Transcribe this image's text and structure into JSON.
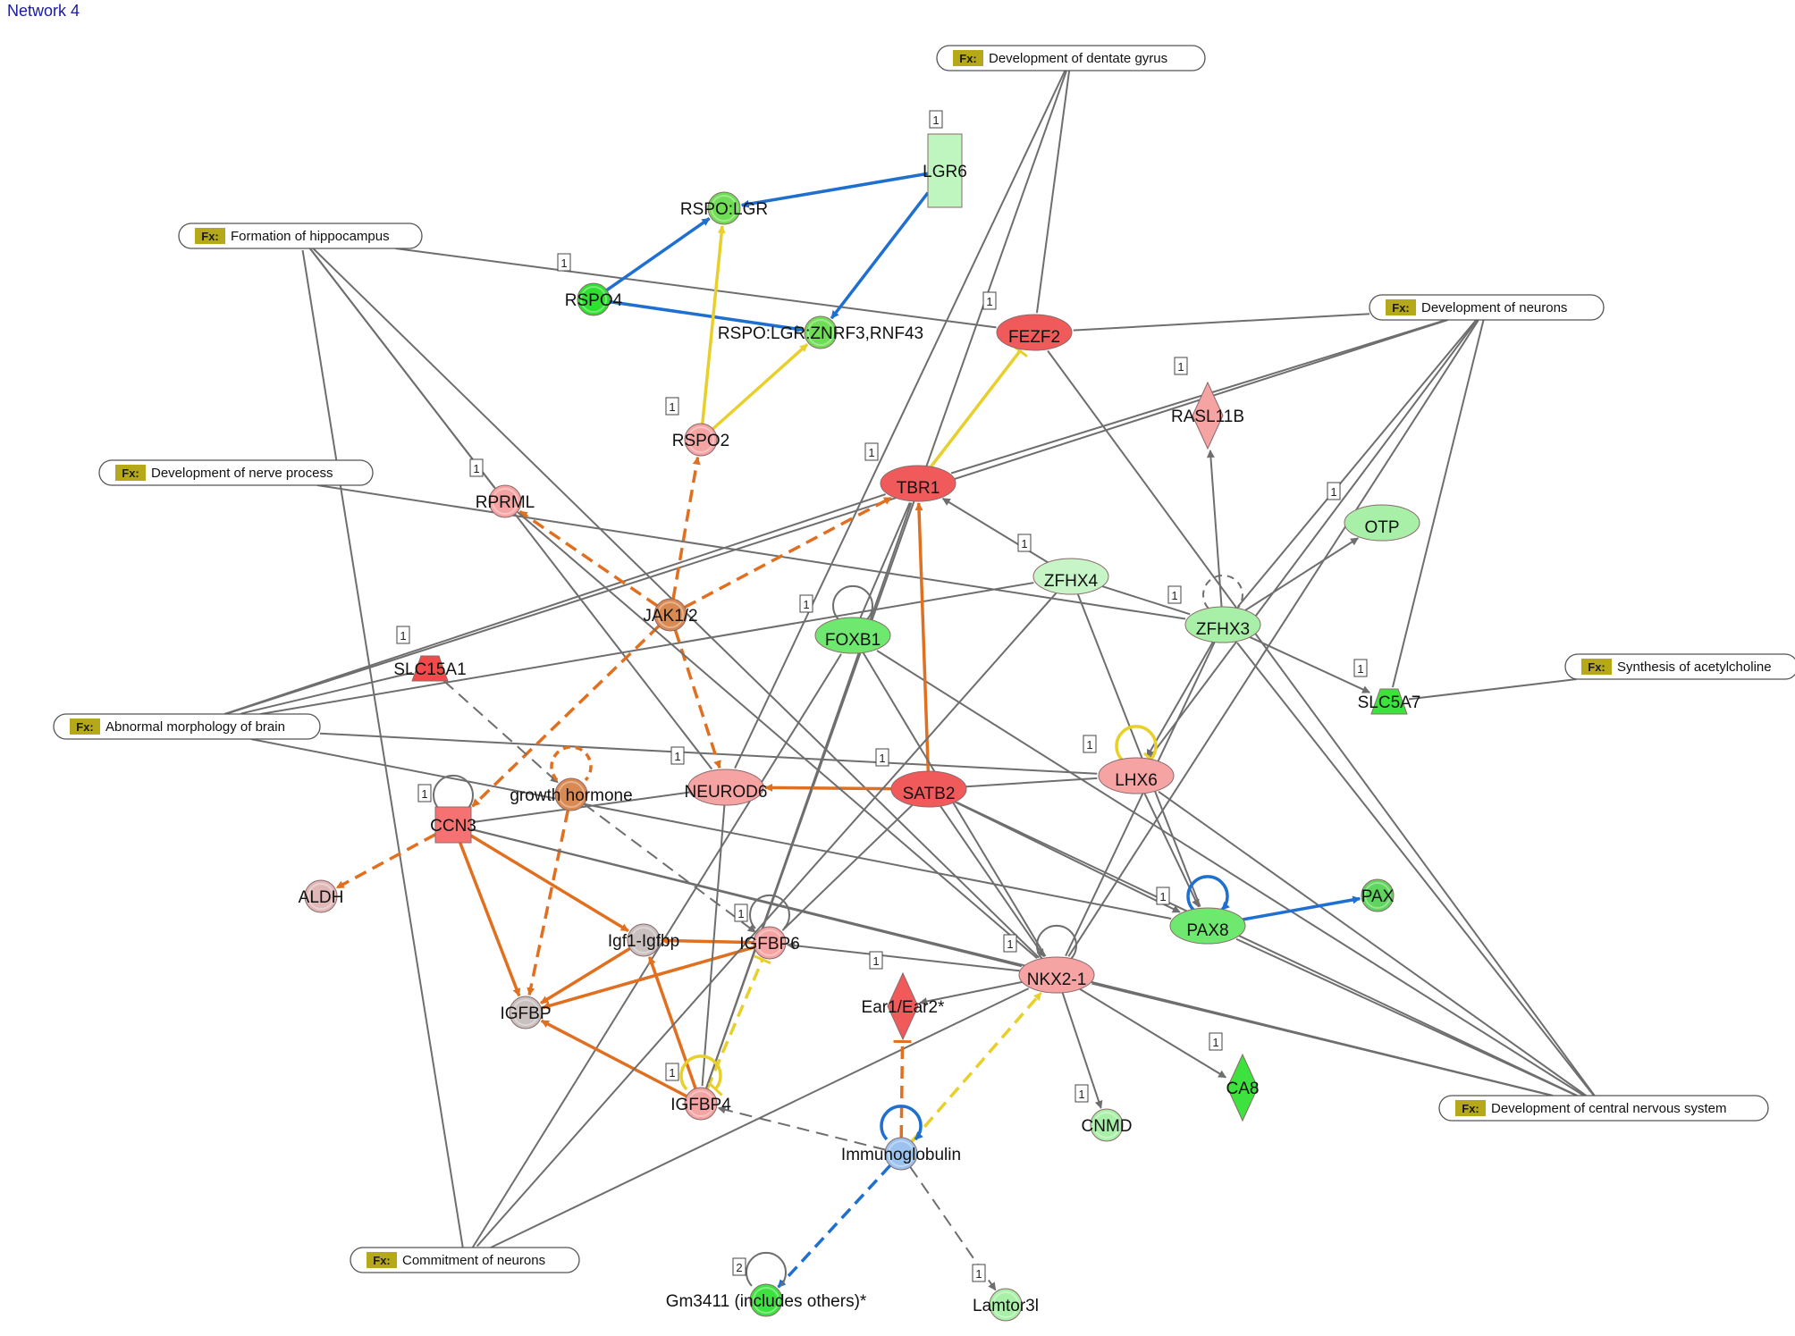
{
  "title": "Network 4",
  "colors": {
    "red_strong": "#f15a5a",
    "red_light": "#f6a3a3",
    "green_strong": "#3ee23e",
    "green_light": "#a8f0a8",
    "orange_node": "#d98a52",
    "grey_node": "#c9c0c0",
    "blue_node": "#9cc3ef",
    "edge_grey": "#6e6e6e",
    "edge_orange": "#e07020",
    "edge_yellow": "#e8cf2a",
    "edge_blue": "#1f6fd0",
    "fx_badge": "#b5a919"
  },
  "functions": [
    {
      "id": "fx_dentate",
      "badge": "Fx:",
      "label": "Development of dentate gyrus"
    },
    {
      "id": "fx_hippo",
      "badge": "Fx:",
      "label": "Formation of hippocampus"
    },
    {
      "id": "fx_neurons",
      "badge": "Fx:",
      "label": "Development of neurons"
    },
    {
      "id": "fx_nerve",
      "badge": "Fx:",
      "label": "Development of nerve process"
    },
    {
      "id": "fx_acetyl",
      "badge": "Fx:",
      "label": "Synthesis of acetylcholine"
    },
    {
      "id": "fx_brain",
      "badge": "Fx:",
      "label": "Abnormal morphology of brain"
    },
    {
      "id": "fx_cns",
      "badge": "Fx:",
      "label": "Development of central nervous system"
    },
    {
      "id": "fx_commit",
      "badge": "Fx:",
      "label": "Commitment of neurons"
    }
  ],
  "nodes": [
    {
      "id": "LGR6",
      "label": "LGR6",
      "shape": "rect",
      "fill": "#bff5bf",
      "badge": "1"
    },
    {
      "id": "RSPOLGR",
      "label": "RSPO:LGR",
      "shape": "circle",
      "fill": "#6fdd55"
    },
    {
      "id": "RSPO4",
      "label": "RSPO4",
      "shape": "circle",
      "fill": "#2fe02f",
      "badge": "1"
    },
    {
      "id": "ZNRF",
      "label": "RSPO:LGR:ZNRF3,RNF43",
      "shape": "circle",
      "fill": "#6fdd55"
    },
    {
      "id": "FEZF2",
      "label": "FEZF2",
      "shape": "ellipse",
      "fill": "#f15a5a",
      "badge": "1"
    },
    {
      "id": "RASL11B",
      "label": "RASL11B",
      "shape": "diamond",
      "fill": "#f6a3a3",
      "badge": "1"
    },
    {
      "id": "RSPO2",
      "label": "RSPO2",
      "shape": "circle",
      "fill": "#f6a3a3",
      "badge": "1"
    },
    {
      "id": "TBR1",
      "label": "TBR1",
      "shape": "ellipse",
      "fill": "#f15a5a",
      "badge": "1"
    },
    {
      "id": "RPRML",
      "label": "RPRML",
      "shape": "circle",
      "fill": "#f6a3a3",
      "badge": "1"
    },
    {
      "id": "OTP",
      "label": "OTP",
      "shape": "ellipse",
      "fill": "#a8f0a8",
      "badge": "1"
    },
    {
      "id": "ZFHX4",
      "label": "ZFHX4",
      "shape": "ellipse",
      "fill": "#c8f5c8",
      "badge": "1"
    },
    {
      "id": "ZFHX3",
      "label": "ZFHX3",
      "shape": "ellipse",
      "fill": "#a8f0a8",
      "badge": "1"
    },
    {
      "id": "JAK12",
      "label": "JAK1/2",
      "shape": "circle",
      "fill": "#d98a52"
    },
    {
      "id": "FOXB1",
      "label": "FOXB1",
      "shape": "ellipse",
      "fill": "#6fe86f",
      "badge": "1"
    },
    {
      "id": "SLC15A1",
      "label": "SLC15A1",
      "shape": "trapezoid",
      "fill": "#f04a4a",
      "badge": "1"
    },
    {
      "id": "SLC5A7",
      "label": "SLC5A7",
      "shape": "trapezoid",
      "fill": "#3ee23e",
      "badge": "1"
    },
    {
      "id": "LHX6",
      "label": "LHX6",
      "shape": "ellipse",
      "fill": "#f6a3a3",
      "badge": "1"
    },
    {
      "id": "NEUROD6",
      "label": "NEUROD6",
      "shape": "ellipse",
      "fill": "#f6a3a3",
      "badge": "1"
    },
    {
      "id": "SATB2",
      "label": "SATB2",
      "shape": "ellipse",
      "fill": "#f15a5a",
      "badge": "1"
    },
    {
      "id": "GH",
      "label": "growth hormone",
      "shape": "circle",
      "fill": "#d98a52"
    },
    {
      "id": "CCN3",
      "label": "CCN3",
      "shape": "square",
      "fill": "#f67272",
      "badge": "1"
    },
    {
      "id": "ALDH",
      "label": "ALDH",
      "shape": "circle",
      "fill": "#e0b8b8"
    },
    {
      "id": "PAX8",
      "label": "PAX8",
      "shape": "ellipse",
      "fill": "#6fe86f",
      "badge": "1"
    },
    {
      "id": "PAX",
      "label": "PAX",
      "shape": "circle",
      "fill": "#5fd55f"
    },
    {
      "id": "IGF1",
      "label": "Igf1-Igfbp",
      "shape": "circle",
      "fill": "#c9c0c0"
    },
    {
      "id": "IGFBP6",
      "label": "IGFBP6",
      "shape": "circle",
      "fill": "#f6a3a3",
      "badge": "1"
    },
    {
      "id": "NKX21",
      "label": "NKX2-1",
      "shape": "ellipse",
      "fill": "#f6a3a3",
      "badge": "1"
    },
    {
      "id": "EAR",
      "label": "Ear1/Ear2*",
      "shape": "diamond",
      "fill": "#f15a5a",
      "badge": "1"
    },
    {
      "id": "IGFBP",
      "label": "IGFBP",
      "shape": "circle",
      "fill": "#c9c0c0"
    },
    {
      "id": "CA8",
      "label": "CA8",
      "shape": "diamond",
      "fill": "#3ee23e",
      "badge": "1"
    },
    {
      "id": "IGFBP4",
      "label": "IGFBP4",
      "shape": "circle",
      "fill": "#f6a3a3",
      "badge": "1"
    },
    {
      "id": "CNMD",
      "label": "CNMD",
      "shape": "circle",
      "fill": "#a8f0a8",
      "badge": "1"
    },
    {
      "id": "IMMUNO",
      "label": "Immunoglobulin",
      "shape": "circle",
      "fill": "#9cc3ef"
    },
    {
      "id": "GM3411",
      "label": "Gm3411 (includes others)*",
      "shape": "circle",
      "fill": "#3ee23e",
      "badge": "2"
    },
    {
      "id": "LAMTOR",
      "label": "Lamtor3l",
      "shape": "circle",
      "fill": "#a8f0a8",
      "badge": "1"
    }
  ],
  "edges": [
    {
      "s": "fx_dentate",
      "t": "FEZF2",
      "style": "grey"
    },
    {
      "s": "fx_dentate",
      "t": "NEUROD6",
      "style": "grey"
    },
    {
      "s": "fx_dentate",
      "t": "IGFBP4",
      "style": "grey"
    },
    {
      "s": "fx_hippo",
      "t": "FEZF2",
      "style": "grey"
    },
    {
      "s": "fx_hippo",
      "t": "RPRML",
      "style": "grey"
    },
    {
      "s": "fx_hippo",
      "t": "NEUROD6",
      "style": "grey"
    },
    {
      "s": "fx_hippo",
      "t": "NKX21",
      "style": "grey"
    },
    {
      "s": "fx_neurons",
      "t": "FEZF2",
      "style": "grey"
    },
    {
      "s": "fx_neurons",
      "t": "TBR1",
      "style": "grey"
    },
    {
      "s": "fx_neurons",
      "t": "ZFHX3",
      "style": "grey"
    },
    {
      "s": "fx_neurons",
      "t": "SLC5A7",
      "style": "grey"
    },
    {
      "s": "fx_neurons",
      "t": "LHX6",
      "style": "grey"
    },
    {
      "s": "fx_neurons",
      "t": "NKX21",
      "style": "grey"
    },
    {
      "s": "fx_neurons",
      "t": "fx_brain",
      "style": "grey"
    },
    {
      "s": "fx_nerve",
      "t": "ZFHX3",
      "style": "grey"
    },
    {
      "s": "fx_acetyl",
      "t": "SLC5A7",
      "style": "grey"
    },
    {
      "s": "fx_brain",
      "t": "TBR1",
      "style": "grey"
    },
    {
      "s": "fx_brain",
      "t": "ZFHX4",
      "style": "grey"
    },
    {
      "s": "fx_brain",
      "t": "LHX6",
      "style": "grey"
    },
    {
      "s": "fx_brain",
      "t": "PAX8",
      "style": "grey"
    },
    {
      "s": "fx_cns",
      "t": "FEZF2",
      "style": "grey"
    },
    {
      "s": "fx_cns",
      "t": "ZFHX3",
      "style": "grey"
    },
    {
      "s": "fx_cns",
      "t": "FOXB1",
      "style": "grey"
    },
    {
      "s": "fx_cns",
      "t": "SATB2",
      "style": "grey"
    },
    {
      "s": "fx_cns",
      "t": "LHX6",
      "style": "grey"
    },
    {
      "s": "fx_cns",
      "t": "PAX8",
      "style": "grey"
    },
    {
      "s": "fx_cns",
      "t": "NKX21",
      "style": "grey"
    },
    {
      "s": "fx_cns",
      "t": "CCN3",
      "style": "grey"
    },
    {
      "s": "fx_commit",
      "t": "FOXB1",
      "style": "grey"
    },
    {
      "s": "fx_commit",
      "t": "NKX21",
      "style": "grey"
    },
    {
      "s": "fx_commit",
      "t": "fx_hippo",
      "style": "grey"
    },
    {
      "s": "LGR6",
      "t": "RSPOLGR",
      "style": "blue",
      "arrow": true
    },
    {
      "s": "LGR6",
      "t": "ZNRF",
      "style": "blue",
      "arrow": true
    },
    {
      "s": "RSPO4",
      "t": "RSPOLGR",
      "style": "blue",
      "arrow": true
    },
    {
      "s": "RSPO4",
      "t": "ZNRF",
      "style": "blue",
      "arrow": true
    },
    {
      "s": "RSPO2",
      "t": "RSPOLGR",
      "style": "yellow",
      "arrow": true
    },
    {
      "s": "RSPO2",
      "t": "ZNRF",
      "style": "yellow",
      "arrow": true
    },
    {
      "s": "TBR1",
      "t": "FEZF2",
      "style": "yellow",
      "bar": true
    },
    {
      "s": "JAK12",
      "t": "RSPO2",
      "style": "orange",
      "dash": true,
      "arrow": true
    },
    {
      "s": "JAK12",
      "t": "TBR1",
      "style": "orange",
      "dash": true,
      "arrow": true
    },
    {
      "s": "JAK12",
      "t": "RPRML",
      "style": "orange",
      "dash": true,
      "arrow": true
    },
    {
      "s": "JAK12",
      "t": "NEUROD6",
      "style": "orange",
      "dash": true,
      "arrow": true
    },
    {
      "s": "JAK12",
      "t": "CCN3",
      "style": "orange",
      "dash": true,
      "arrow": true
    },
    {
      "s": "SATB2",
      "t": "TBR1",
      "style": "orange",
      "arrow": true
    },
    {
      "s": "SATB2",
      "t": "NEUROD6",
      "style": "orange",
      "arrow": true
    },
    {
      "s": "SATB2",
      "t": "LHX6",
      "style": "grey"
    },
    {
      "s": "SATB2",
      "t": "NKX21",
      "style": "grey",
      "arrow": true
    },
    {
      "s": "SATB2",
      "t": "PAX8",
      "style": "grey",
      "arrow": true
    },
    {
      "s": "SATB2",
      "t": "IGFBP6",
      "style": "grey"
    },
    {
      "s": "ZFHX3",
      "t": "OTP",
      "style": "grey",
      "arrow": true
    },
    {
      "s": "ZFHX3",
      "t": "RASL11B",
      "style": "grey",
      "arrow": true
    },
    {
      "s": "ZFHX3",
      "t": "SLC5A7",
      "style": "grey",
      "arrow": true
    },
    {
      "s": "ZFHX3",
      "t": "LHX6",
      "style": "grey",
      "arrow": true
    },
    {
      "s": "ZFHX3",
      "t": "NKX21",
      "style": "grey"
    },
    {
      "s": "ZFHX4",
      "t": "TBR1",
      "style": "grey",
      "arrow": true
    },
    {
      "s": "ZFHX4",
      "t": "ZFHX3",
      "style": "grey"
    },
    {
      "s": "ZFHX4",
      "t": "PAX8",
      "style": "grey"
    },
    {
      "s": "FOXB1",
      "t": "TBR1",
      "style": "grey"
    },
    {
      "s": "FOXB1",
      "t": "NKX21",
      "style": "grey"
    },
    {
      "s": "LHX6",
      "t": "PAX8",
      "style": "grey",
      "arrow": true
    },
    {
      "s": "PAX8",
      "t": "PAX",
      "style": "blue",
      "arrow": true
    },
    {
      "s": "NKX21",
      "t": "IGFBP6",
      "style": "grey",
      "arrow": true
    },
    {
      "s": "NKX21",
      "t": "EAR",
      "style": "grey",
      "arrow": true
    },
    {
      "s": "NKX21",
      "t": "CNMD",
      "style": "grey",
      "arrow": true
    },
    {
      "s": "NKX21",
      "t": "CA8",
      "style": "grey",
      "arrow": true
    },
    {
      "s": "SLC15A1",
      "t": "GH",
      "style": "grey",
      "dash": true,
      "arrow": true
    },
    {
      "s": "GH",
      "t": "IGFBP6",
      "style": "grey",
      "dash": true,
      "arrow": true
    },
    {
      "s": "GH",
      "t": "IGFBP",
      "style": "orange",
      "dash": true,
      "arrow": true
    },
    {
      "s": "CCN3",
      "t": "ALDH",
      "style": "orange",
      "dash": true,
      "arrow": true
    },
    {
      "s": "CCN3",
      "t": "IGFBP",
      "style": "orange",
      "arrow": true
    },
    {
      "s": "CCN3",
      "t": "IGF1",
      "style": "orange",
      "arrow": true
    },
    {
      "s": "IGFBP6",
      "t": "IGF1",
      "style": "orange",
      "arrow": true
    },
    {
      "s": "IGFBP6",
      "t": "IGFBP",
      "style": "orange",
      "arrow": true
    },
    {
      "s": "IGFBP4",
      "t": "IGF1",
      "style": "orange",
      "arrow": true
    },
    {
      "s": "IGFBP4",
      "t": "IGFBP",
      "style": "orange",
      "arrow": true
    },
    {
      "s": "IGF1",
      "t": "IGFBP",
      "style": "orange",
      "arrow": true
    },
    {
      "s": "IGFBP4",
      "t": "IGFBP6",
      "style": "yellow",
      "dash": true,
      "bar": true
    },
    {
      "s": "IMMUNO",
      "t": "IGFBP4",
      "style": "grey",
      "dash": true,
      "arrow": true
    },
    {
      "s": "IMMUNO",
      "t": "NKX21",
      "style": "yellow",
      "dash": true,
      "arrow": true
    },
    {
      "s": "IMMUNO",
      "t": "EAR",
      "style": "orange",
      "dash": true,
      "bar": true
    },
    {
      "s": "IMMUNO",
      "t": "GM3411",
      "style": "blue",
      "dash": true,
      "arrow": true
    },
    {
      "s": "IMMUNO",
      "t": "LAMTOR",
      "style": "grey",
      "dash": true,
      "arrow": true
    },
    {
      "s": "NEUROD6",
      "t": "CCN3",
      "style": "grey"
    },
    {
      "s": "NEUROD6",
      "t": "IGFBP4",
      "style": "grey"
    },
    {
      "s": "RPRML",
      "t": "NKX21",
      "style": "grey"
    },
    {
      "s": "SLC15A1",
      "t": "fx_brain",
      "style": "grey"
    },
    {
      "s": "IGFBP4",
      "t": "TBR1",
      "style": "grey"
    },
    {
      "s": "ZFHX4",
      "t": "fx_commit",
      "style": "grey"
    },
    {
      "s": "CCN3",
      "t": "NKX21",
      "style": "grey"
    }
  ],
  "self_loops": [
    {
      "node": "FOXB1",
      "style": "grey"
    },
    {
      "node": "ZFHX3",
      "style": "grey",
      "dash": true
    },
    {
      "node": "LHX6",
      "style": "yellow",
      "bar": true
    },
    {
      "node": "PAX8",
      "style": "blue",
      "arrow": true
    },
    {
      "node": "NKX21",
      "style": "grey"
    },
    {
      "node": "IGFBP6",
      "style": "grey"
    },
    {
      "node": "CCN3",
      "style": "grey"
    },
    {
      "node": "GH",
      "style": "orange",
      "dash": true
    },
    {
      "node": "IGFBP4",
      "style": "yellow",
      "bar": true
    },
    {
      "node": "IMMUNO",
      "style": "blue",
      "arrow": true
    },
    {
      "node": "GM3411",
      "style": "grey"
    }
  ]
}
